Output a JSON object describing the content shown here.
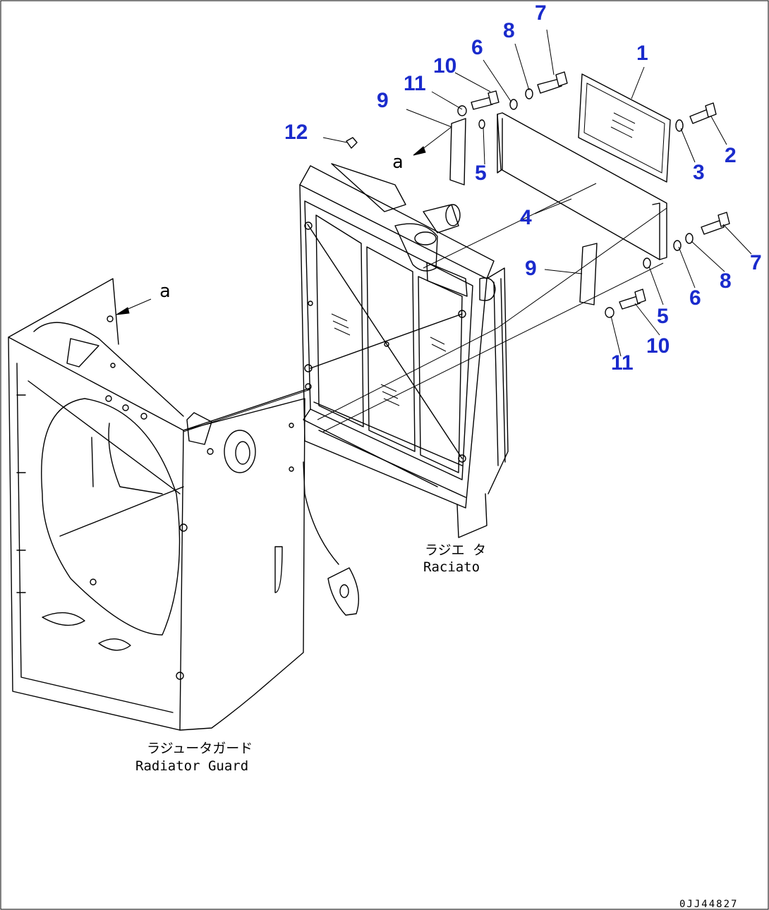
{
  "diagram": {
    "part_numbers": [
      "1",
      "2",
      "3",
      "4",
      "5",
      "5",
      "6",
      "6",
      "7",
      "7",
      "8",
      "8",
      "9",
      "9",
      "10",
      "10",
      "11",
      "11",
      "12"
    ],
    "view_refs": [
      "a",
      "a"
    ],
    "captions": {
      "radiator_jp": "ラジエ タ",
      "radiator_en": "Raciato",
      "guard_jp": "ラジュータガード",
      "guard_en": "Radiator Guard"
    },
    "drawing_code": "0JJ44827",
    "colors": {
      "callout": "#1a2bcc",
      "line": "#000000",
      "background": "#ffffff"
    }
  }
}
